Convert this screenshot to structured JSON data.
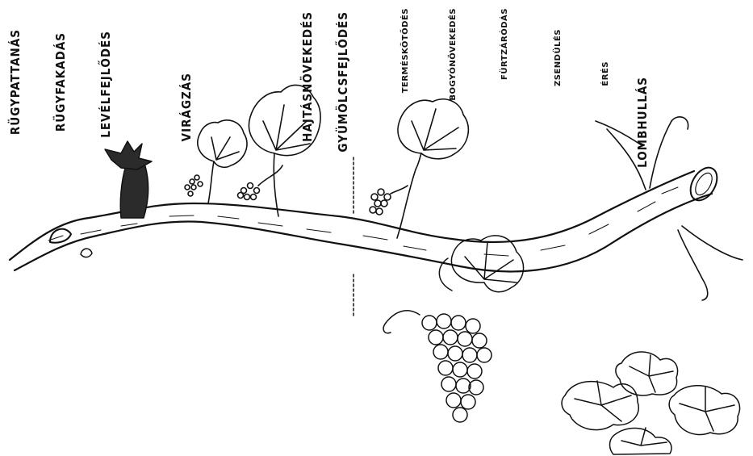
{
  "stages": [
    {
      "id": "s1",
      "label": "RÜGYPATTANÁS"
    },
    {
      "id": "s2",
      "label": "RÜGYFAKADÁS"
    },
    {
      "id": "s3",
      "label": "LEVÉLFEJLŐDÉS"
    },
    {
      "id": "s4",
      "label": "VIRÁGZÁS"
    },
    {
      "id": "s5",
      "label": "HAJTÁSNÖVEKEDÉS"
    },
    {
      "id": "s6",
      "label": "GYÜMÖLCSFEJLŐDÉS"
    },
    {
      "id": "s7",
      "label": "TERMÉSKÖTŐDÉS"
    },
    {
      "id": "s8",
      "label": "BOGYÓNÖVEKEDÉS"
    },
    {
      "id": "s9",
      "label": "FÜRTZÁRÓDÁS"
    },
    {
      "id": "s10",
      "label": "ZSENDÜLÉS"
    },
    {
      "id": "s11",
      "label": "ÉRÉS"
    },
    {
      "id": "s12",
      "label": "LOMBHULLÁS"
    }
  ],
  "colors": {
    "ink": "#111111",
    "background": "#ffffff",
    "dark_leaf": "#2b2b2b"
  }
}
